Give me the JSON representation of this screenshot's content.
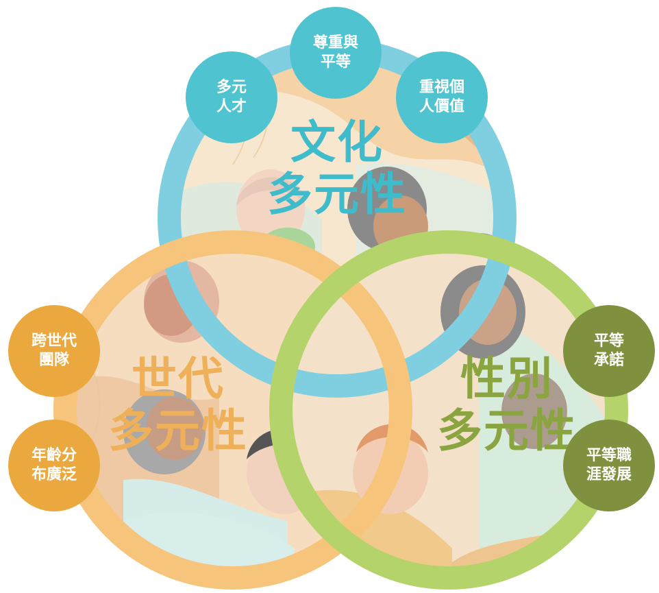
{
  "colors": {
    "culture": "#7fcfe0",
    "culture_text": "#3fbccc",
    "culture_badge": "#4fc3cf",
    "generation": "#f6c47a",
    "generation_text": "#efb05a",
    "generation_badge": "#eaa83f",
    "gender": "#b4d36a",
    "gender_text": "#8aa43f",
    "gender_badge": "#7f913e"
  },
  "rings": {
    "culture": {
      "line1": "文化",
      "line2": "多元性"
    },
    "generation": {
      "line1": "世代",
      "line2": "多元性"
    },
    "gender": {
      "line1": "性別",
      "line2": "多元性"
    }
  },
  "badges": {
    "culture_left": {
      "line1": "多元",
      "line2": "人才"
    },
    "culture_top": {
      "line1": "尊重與",
      "line2": "平等"
    },
    "culture_right": {
      "line1": "重視個",
      "line2": "人價值"
    },
    "generation_upper": {
      "line1": "跨世代",
      "line2": "團隊"
    },
    "generation_lower": {
      "line1": "年齡分",
      "line2": "布廣泛"
    },
    "gender_upper": {
      "line1": "平等",
      "line2": "承諾"
    },
    "gender_lower": {
      "line1": "平等職",
      "line2": "涯發展"
    }
  }
}
